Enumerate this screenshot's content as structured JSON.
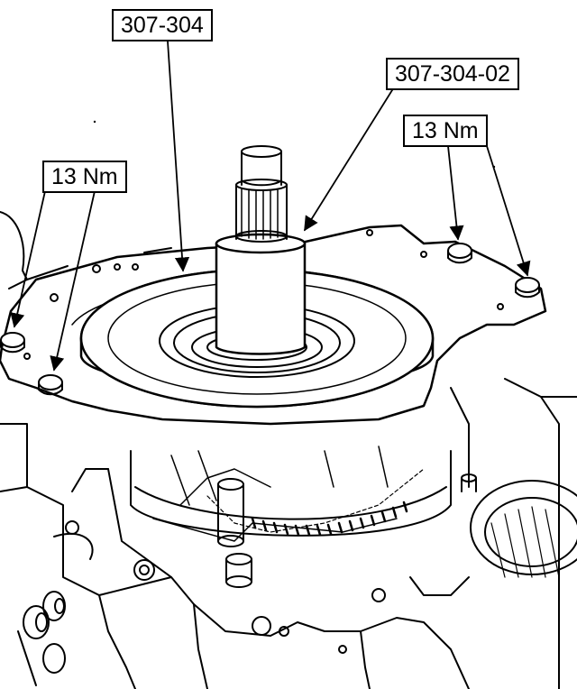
{
  "callouts": {
    "tool_main": "307-304",
    "tool_adapter": "307-304-02",
    "torque_right": "13 Nm",
    "torque_left": "13 Nm"
  },
  "colors": {
    "ink": "#000000",
    "paper": "#ffffff"
  }
}
